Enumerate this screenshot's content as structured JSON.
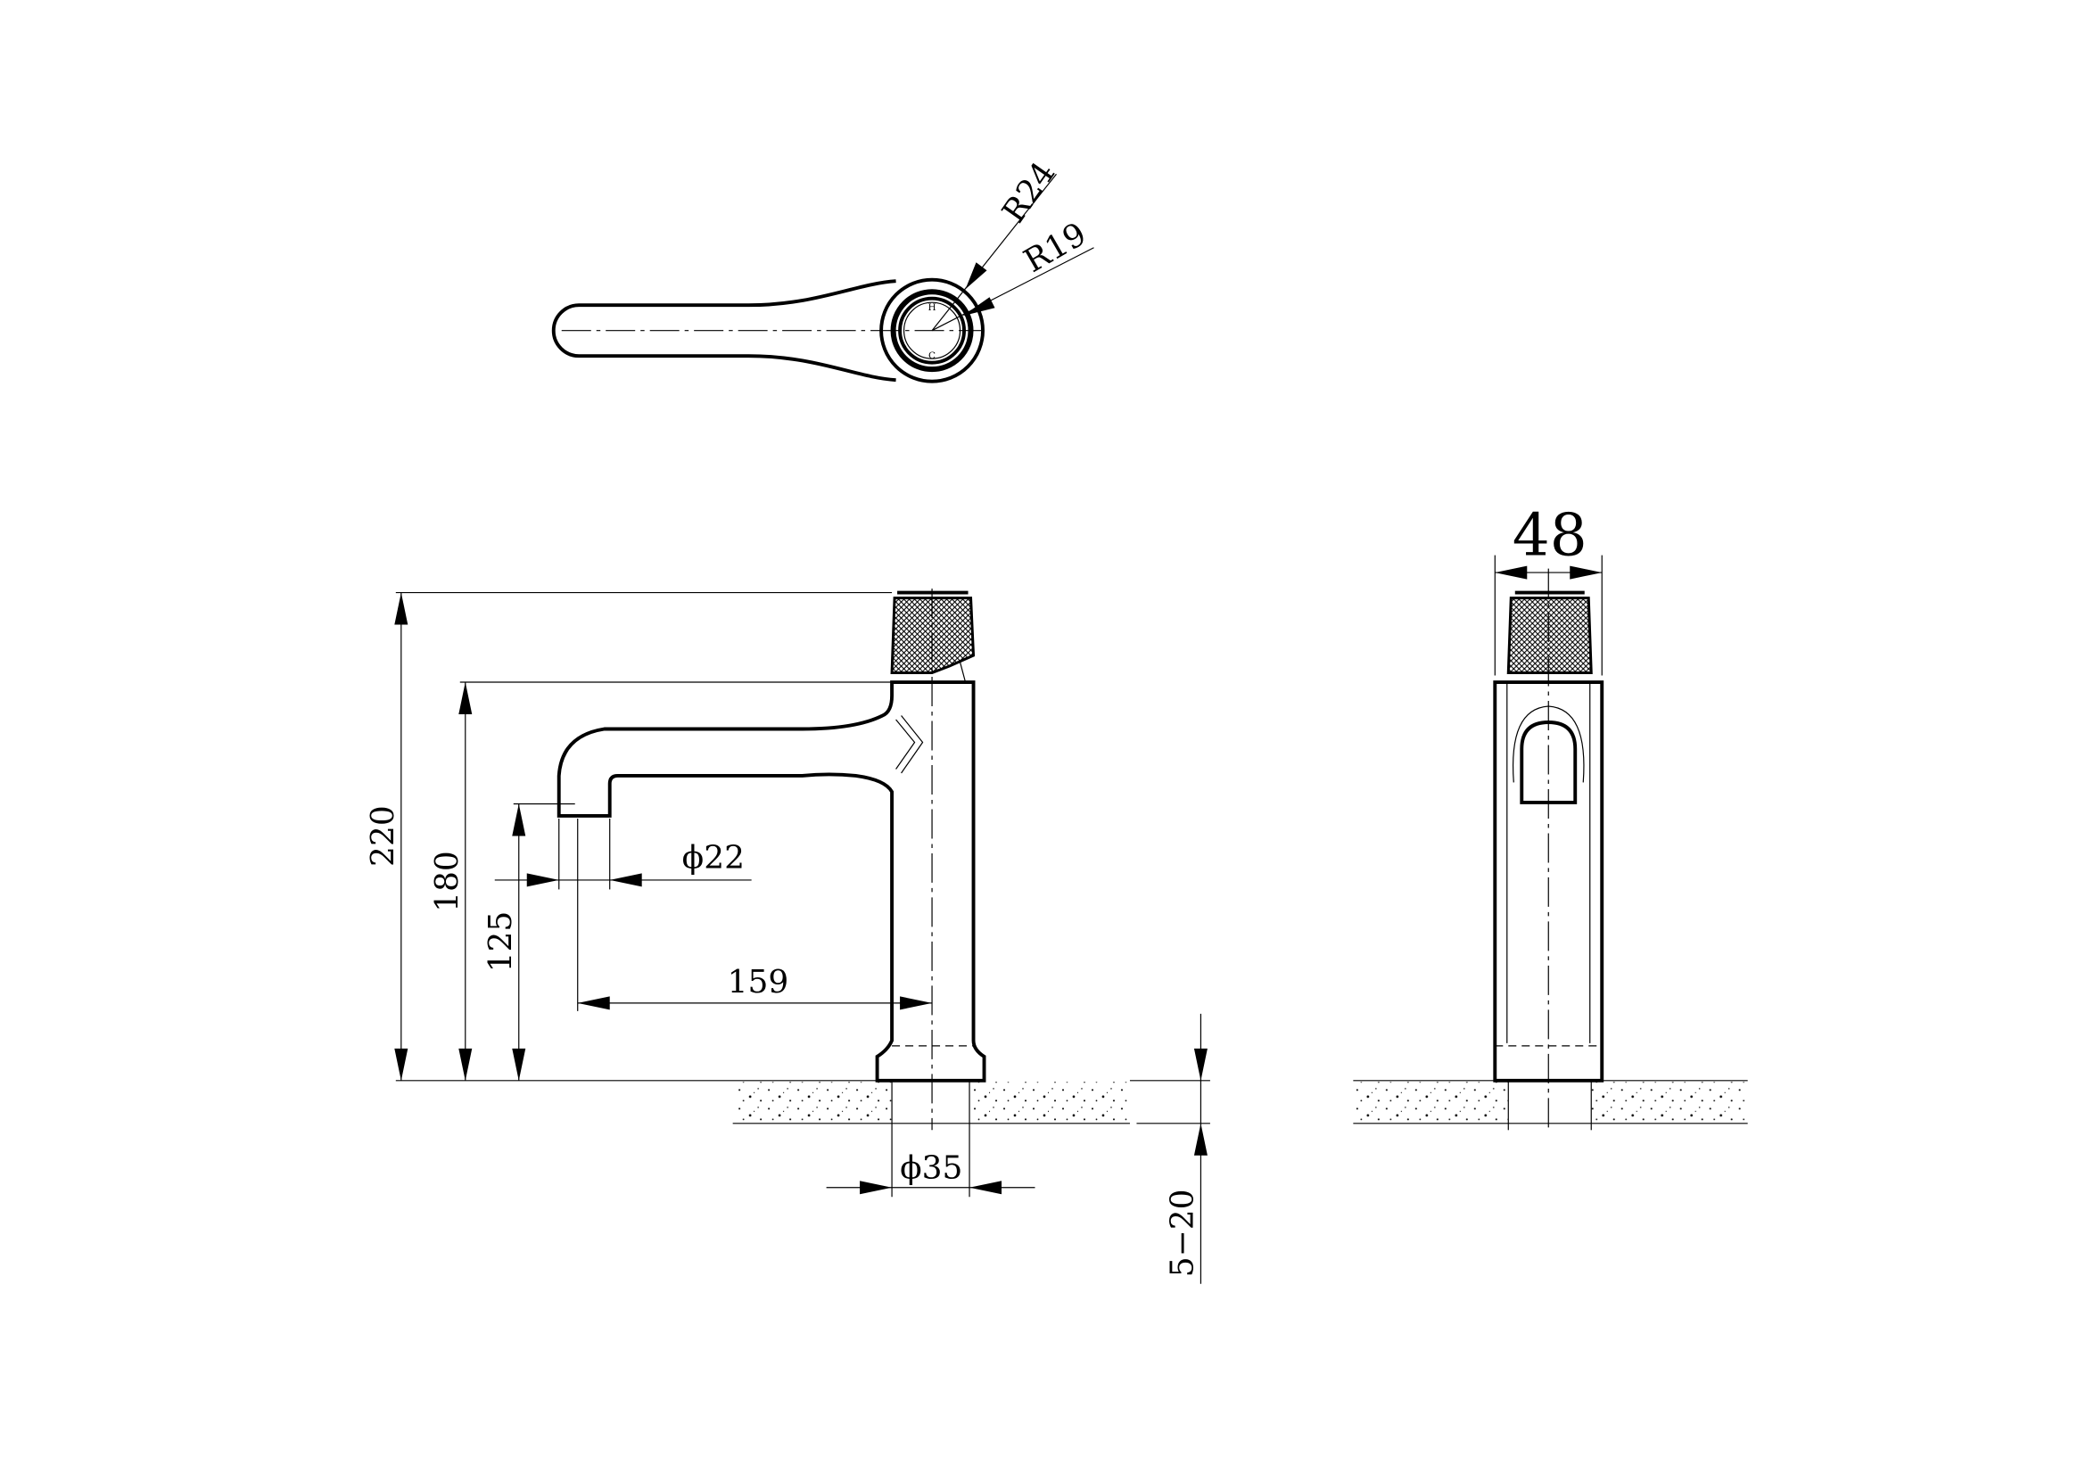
{
  "drawing": {
    "top_view": {
      "radius_outer_label": "R24",
      "radius_inner_label": "R19",
      "hot_mark": "H",
      "cold_mark": "C"
    },
    "side_view": {
      "total_height_label": "220",
      "spout_height_label": "180",
      "outlet_height_label": "125",
      "spout_diameter_label": "ϕ22",
      "spout_reach_label": "159",
      "hole_diameter_label": "ϕ35",
      "counter_thickness_label": "5−20"
    },
    "front_view": {
      "width_label": "48"
    },
    "colors": {
      "line": "#000000",
      "hot": "#cc0000",
      "cold": "#0000cc"
    }
  }
}
